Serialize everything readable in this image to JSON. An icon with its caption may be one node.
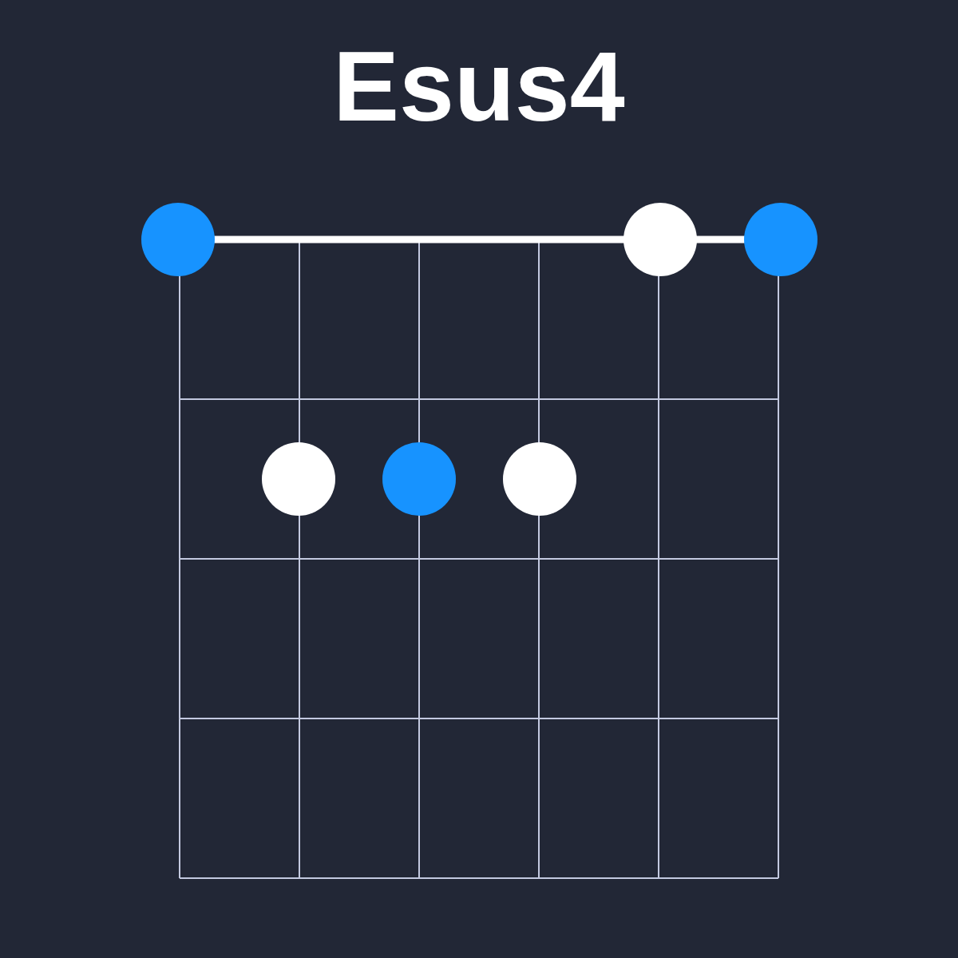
{
  "diagram": {
    "title": "Esus4",
    "nodes": [
      {
        "text": [],
        "shape": "circle"
      },
      {
        "text": [],
        "shape": "circle"
      },
      {
        "text": [],
        "shape": "circle"
      },
      {
        "text": [],
        "shape": "circle"
      },
      {
        "text": [],
        "shape": "circle"
      },
      {
        "text": [],
        "shape": "circle"
      }
    ]
  }
}
